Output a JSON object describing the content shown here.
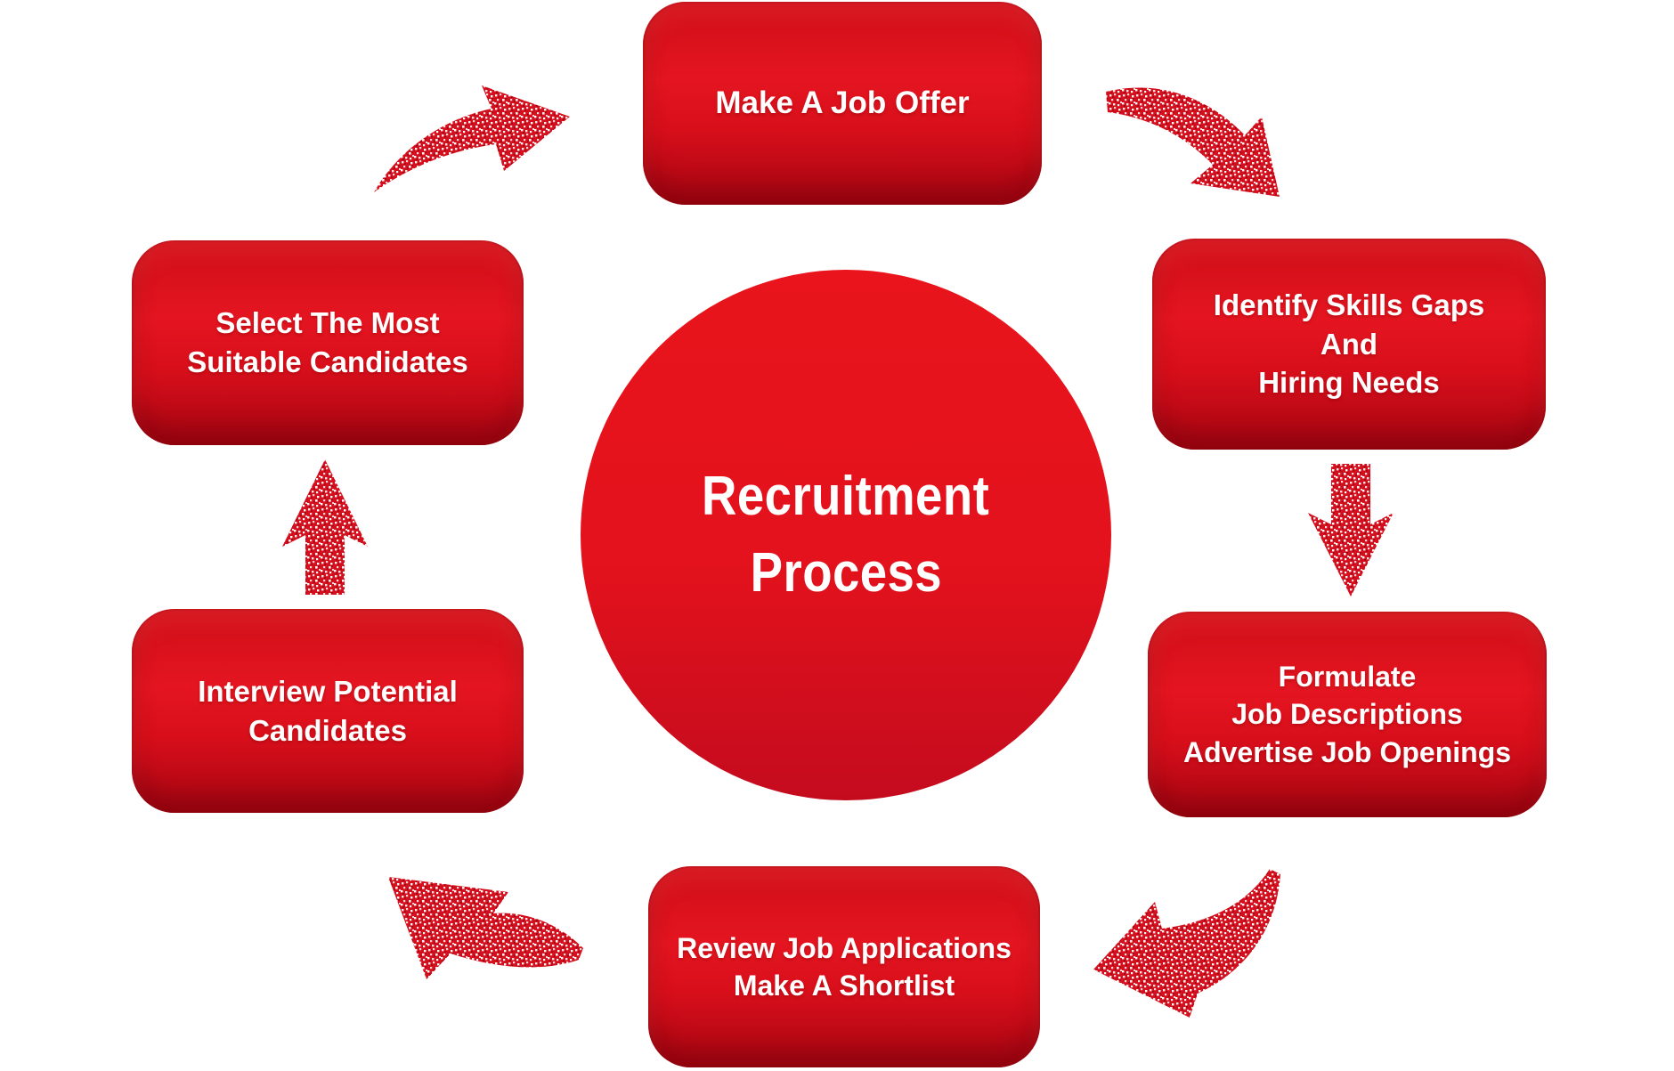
{
  "diagram": {
    "title": {
      "lines": [
        "Recruitment",
        "Process"
      ]
    },
    "steps": [
      {
        "name": "make-a-job-offer",
        "lines": [
          "Make A Job Offer"
        ]
      },
      {
        "name": "identify-skills-gaps",
        "lines": [
          "Identify Skills Gaps",
          "And",
          "Hiring Needs"
        ]
      },
      {
        "name": "formulate-job-descriptions",
        "lines": [
          "Formulate",
          "Job Descriptions",
          "Advertise Job Openings"
        ]
      },
      {
        "name": "review-job-applications",
        "lines": [
          "Review Job Applications",
          "Make A Shortlist"
        ]
      },
      {
        "name": "interview-potential-candidates",
        "lines": [
          "Interview Potential",
          "Candidates"
        ]
      },
      {
        "name": "select-the-most-suitable-candidates",
        "lines": [
          "Select The Most",
          "Suitable Candidates"
        ]
      }
    ],
    "colors": {
      "background": "#ffffff",
      "box_red_bright": "#e41520",
      "box_red_dark": "#aa0512",
      "circle_red_top": "#e9141c",
      "circle_red_bottom": "#c40b1e",
      "arrow_red": "#d5101e",
      "text": "#ffffff"
    }
  }
}
